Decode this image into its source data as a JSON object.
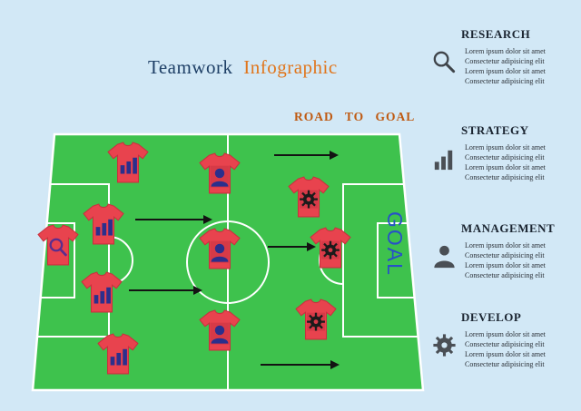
{
  "title": {
    "main": "Teamwork",
    "accent": "Infographic"
  },
  "subtitle": "ROAD TO GOAL",
  "field": {
    "goal_label": "GOAL"
  },
  "colors": {
    "background": "#d2e8f6",
    "field_green": "#3ec24d",
    "jersey_red": "#e8434e",
    "title_blue": "#1e3f66",
    "accent_orange": "#e0761d",
    "road_orange": "#bf5a12",
    "goal_blue": "#2750c8",
    "icon_navy": "#2b2f8c",
    "magnifier_purple": "#5b2d8e",
    "sidebar_icon_grey": "#4a4f55"
  },
  "players": [
    {
      "icon": "bar-chart"
    },
    {
      "icon": "person"
    },
    {
      "icon": "gear"
    },
    {
      "icon": "bar-chart"
    },
    {
      "icon": "magnifier"
    },
    {
      "icon": "person"
    },
    {
      "icon": "gear"
    },
    {
      "icon": "bar-chart"
    },
    {
      "icon": "gear"
    },
    {
      "icon": "person"
    },
    {
      "icon": "bar-chart"
    }
  ],
  "sections": [
    {
      "heading": "RESEARCH",
      "icon": "magnifier-icon",
      "lines": [
        "Lorem ipsum dolor sit amet",
        "Consectetur adipisicing elit",
        "Lorem ipsum dolor sit amet",
        "Consectetur adipisicing elit"
      ]
    },
    {
      "heading": "STRATEGY",
      "icon": "bar-chart-icon",
      "lines": [
        "Lorem ipsum dolor sit amet",
        "Consectetur adipisicing elit",
        "Lorem ipsum dolor sit amet",
        "Consectetur adipisicing elit"
      ]
    },
    {
      "heading": "MANAGEMENT",
      "icon": "person-icon",
      "lines": [
        "Lorem ipsum dolor sit amet",
        "Consectetur adipisicing elit",
        "Lorem ipsum dolor sit amet",
        "Consectetur adipisicing elit"
      ]
    },
    {
      "heading": "DEVELOP",
      "icon": "gear-icon",
      "lines": [
        "Lorem ipsum dolor sit amet",
        "Consectetur adipisicing elit",
        "Lorem ipsum dolor sit amet",
        "Consectetur adipisicing elit"
      ]
    }
  ]
}
